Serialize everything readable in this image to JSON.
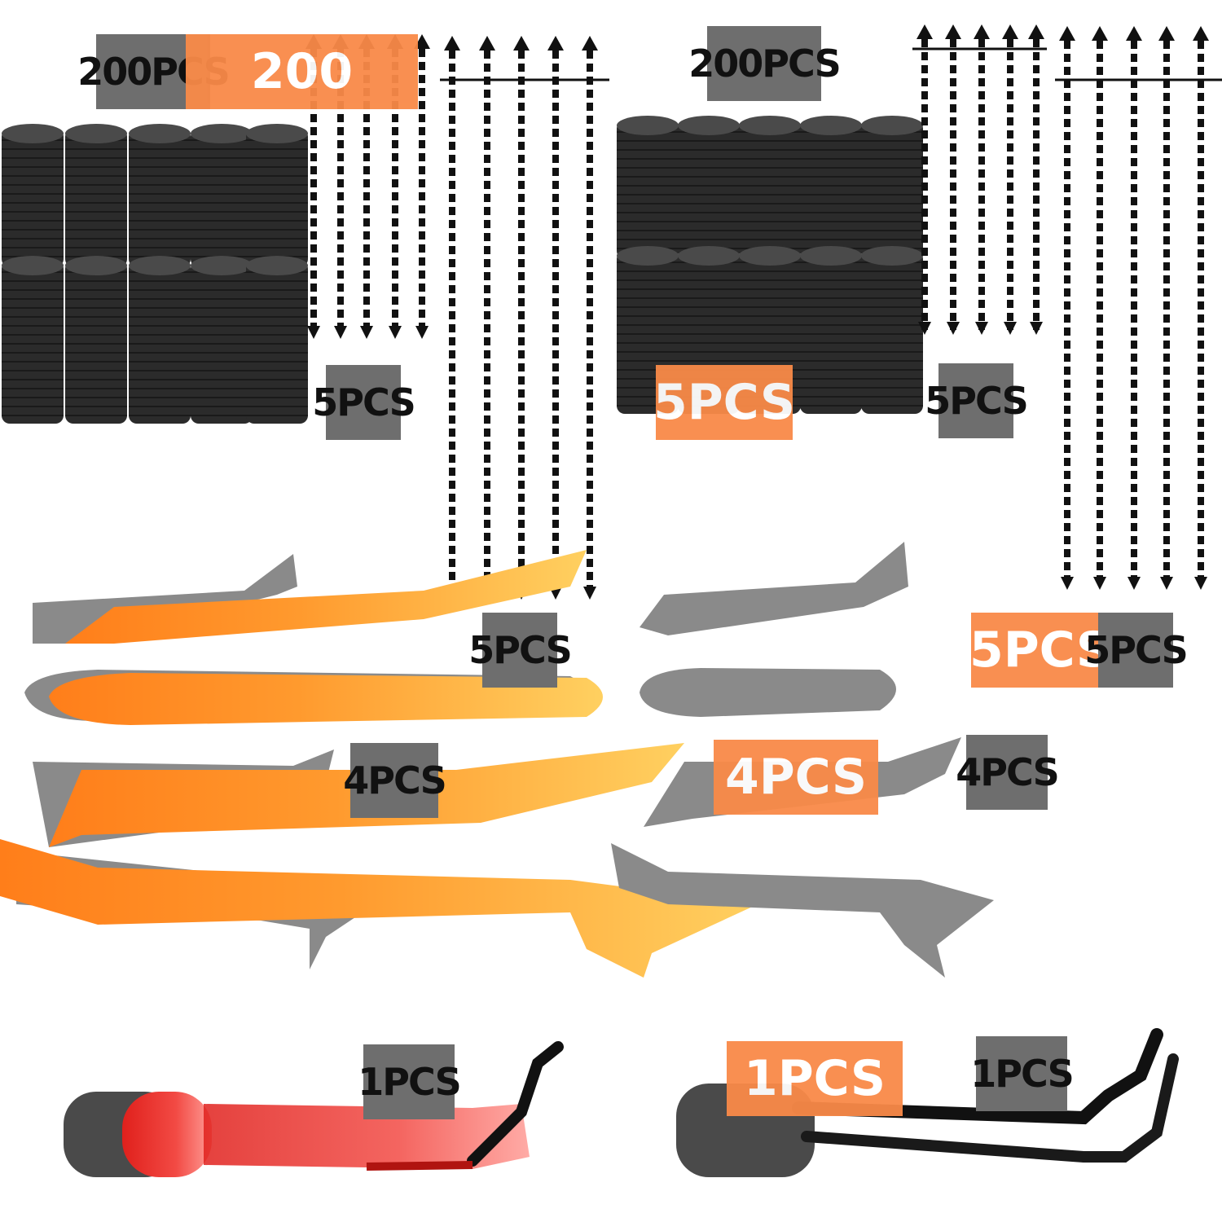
{
  "labels": {
    "clips_qty": "200PCS",
    "clips_qty_orange": "200",
    "cable_ties_qty": "5PCS",
    "cable_ties_qty_orange": "5PCS",
    "pry_tools_qty": "4PCS",
    "pry_tools_qty_orange": "4PCS",
    "clip_plier_qty": "1PCS",
    "clip_plier_qty_orange": "1PCS"
  },
  "colors": {
    "background": "#ffffff",
    "clip": "#2b2b2b",
    "tie": "#111111",
    "pry_gray": "#8a8a8a",
    "pry_orange": "#ff8a1e",
    "pry_yellow": "#ffc24a",
    "tool_red": "#e0201c",
    "handle_dark": "#4a4a4a",
    "label_dark": "#6e6e6e",
    "label_orange": "#f98a48"
  }
}
